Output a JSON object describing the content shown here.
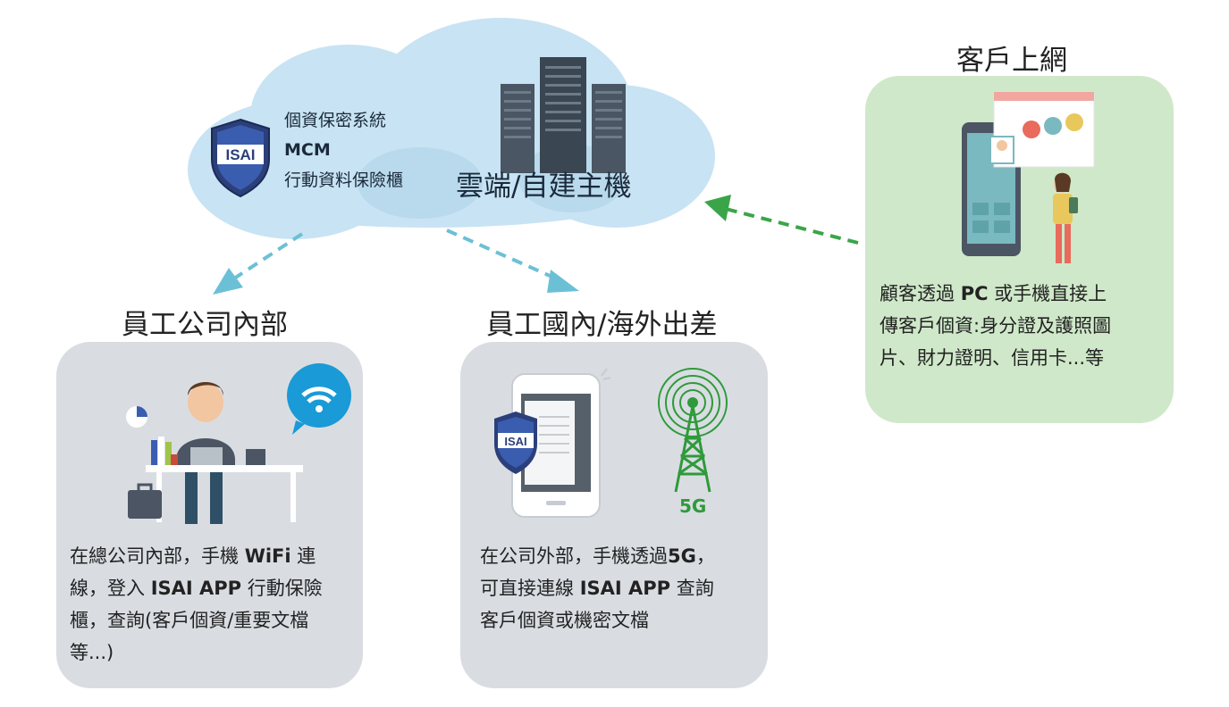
{
  "cloud": {
    "system_label": "個資保密系統",
    "product_code": "MCM",
    "product_name": "行動資料保險櫃",
    "host_label": "雲端/自建主機",
    "logo_text": "ISAI"
  },
  "sections": [
    {
      "title": "員工公司內部",
      "lines": [
        [
          "在總公司內部，手機 ",
          "WiFi",
          " 連"
        ],
        [
          "線，登入 ",
          "ISAI APP",
          " 行動保險"
        ],
        [
          "櫃，查詢(客戶個資/重要文檔",
          "",
          ""
        ],
        [
          "等...)",
          "",
          ""
        ]
      ]
    },
    {
      "title": "員工國內/海外出差",
      "badge_5g": "5G",
      "logo_text": "ISAI",
      "lines": [
        [
          "在公司外部，手機透過",
          "5G",
          "，"
        ],
        [
          "可直接連線 ",
          "ISAI APP",
          " 查詢"
        ],
        [
          "客戶個資或機密文檔",
          "",
          ""
        ]
      ]
    },
    {
      "title": "客戶上網",
      "lines": [
        [
          "顧客透過 ",
          "PC",
          " 或手機直接上"
        ],
        [
          "傳客戶個資:身分證及護照圖",
          "",
          ""
        ],
        [
          "片、財力證明、信用卡...等",
          "",
          ""
        ]
      ]
    }
  ],
  "colors": {
    "cloud": "#c8e3f3",
    "panel_gray": "#d9dde2",
    "panel_green": "#cfe8c9",
    "arrow_blue": "#6cc0d6",
    "arrow_green": "#3aa548",
    "wifi_blue": "#1a9ad6",
    "tower_green": "#2f9a3a",
    "shield_navy": "#2b3f7a"
  }
}
